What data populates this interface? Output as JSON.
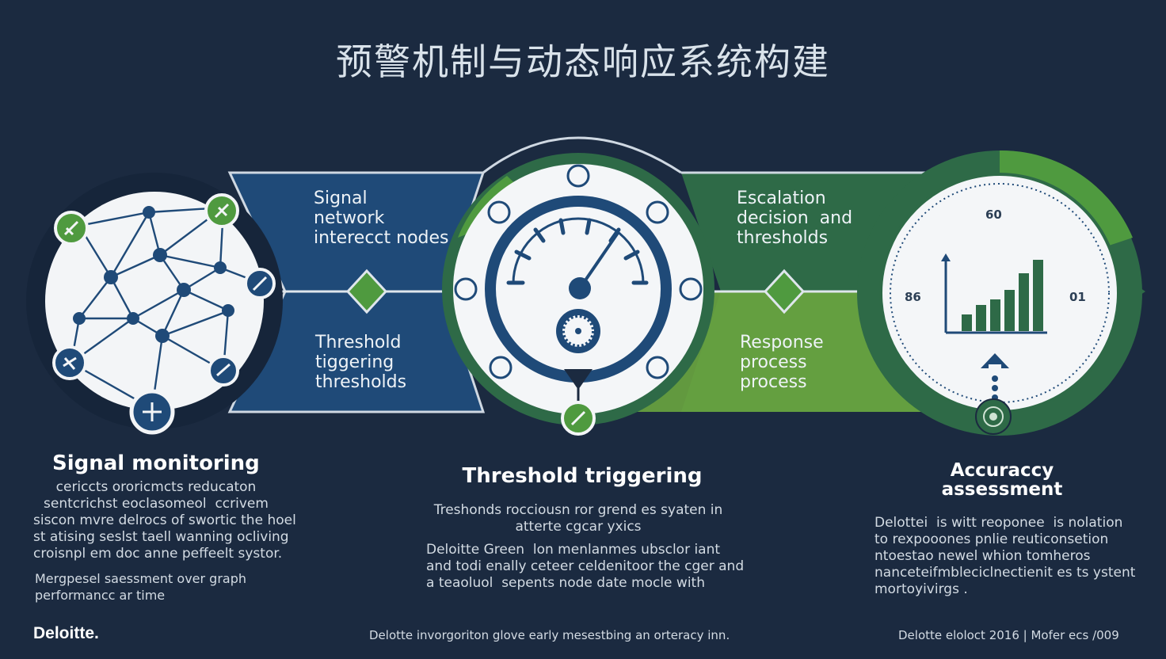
{
  "title": "预警机制与动态响应系统构建",
  "colors": {
    "navy": "#1b2a40",
    "blue": "#1f4a78",
    "green": "#4f9a3f",
    "darkgreen": "#2e6a47",
    "white": "#f4f6f8"
  },
  "band_labels": {
    "signal_network": "Signal\nnetwork\ninterecct nodes",
    "threshold_triggering": "Threshold\ntiggering\nthresholds",
    "escalation": "Escalation\ndecision  and\nthresholds",
    "response": "Response\nprocess\nprocess"
  },
  "gauge_numbers": {
    "top": "60",
    "left": "86",
    "right": "01"
  },
  "sections": [
    {
      "heading": "Signal monitoring",
      "body": "cericcts ororicmcts reducaton\nsentcrichst eoclasomeol  ccrivem\nsiscon mvre delrocs of swortic the hoel\nst atising seslst taell wanning ocliving\ncroisnpl em doc anne peffeelt systor.",
      "extra": "Mergpesel saessment over graph\nperformancc ar time"
    },
    {
      "heading": "Threshold triggering",
      "body": "Treshonds rocciousn ror grend es syaten in\natterte cgcar yxics",
      "extra": "Deloitte Green  lon menlanmes ubsclor iant\nand todi enally ceteer celdenitoor the cger and\na teaoluol  sepents node date mocle with"
    },
    {
      "heading": "Accuraccy\nassessment",
      "body": "Delottei  is witt reoponee  is nolation\nto rexpooones pnlie reuticonsetion\nntoestao newel whion tomheros\nnanceteifmbleciclnectienit es ts ystent\nmortoyivirgs ."
    }
  ],
  "footer": {
    "logo": "Deloitte.",
    "center": "Delotte invorgoriton glove early mesestbing an orteracy inn.",
    "right": "Delotte eloloct 2016  |  Mofer ecs /009"
  },
  "icons": [
    "network-icon",
    "gauge-icon",
    "bar-chart-icon",
    "diamond-icon",
    "arrow-icon"
  ]
}
